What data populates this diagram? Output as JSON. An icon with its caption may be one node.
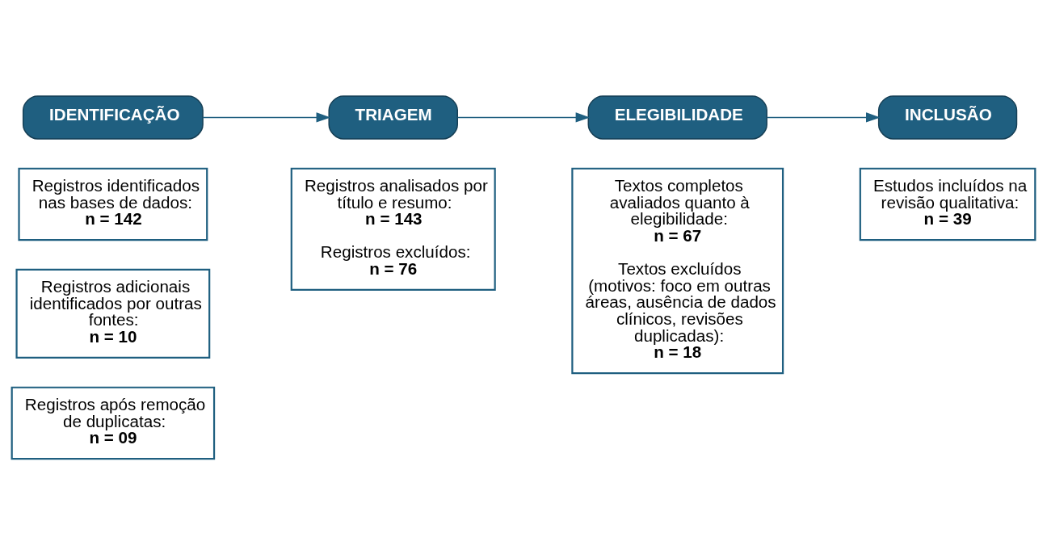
{
  "diagram": {
    "nodes": [
      {
        "text": [
          "IDENTIFICAÇÃO"
        ]
      },
      {
        "text": [
          "Registros identificados nas bases de dados:",
          "n = 142"
        ]
      },
      {
        "text": [
          "Registros adicionais identificados por outras fontes:",
          "n = 10"
        ]
      },
      {
        "text": [
          "Registros após remoção de duplicatas:",
          "n = 09"
        ]
      },
      {
        "text": [
          "TRIAGEM"
        ]
      },
      {
        "text": [
          "Registros analisados por título e resumo:",
          "n = 143",
          "Registros excluídos:",
          "n = 76"
        ]
      },
      {
        "text": [
          "ELEGIBILIDADE"
        ]
      },
      {
        "text": [
          "Textos completos avaliados quanto à elegibilidade:",
          "n = 67",
          "Textos excluídos (motivos: foco em outras áreas, ausência de dados clínicos, revisões duplicadas):",
          "n = 18"
        ]
      },
      {
        "text": [
          "INCLUSÃO"
        ]
      },
      {
        "text": [
          "Estudos incluídos na revisão qualitativa:",
          "n = 39"
        ]
      }
    ],
    "edges": [
      {
        "from": 0,
        "to": 4,
        "arrow": "to"
      },
      {
        "from": 4,
        "to": 6,
        "arrow": "to"
      },
      {
        "from": 6,
        "to": 8,
        "arrow": "to"
      }
    ]
  }
}
